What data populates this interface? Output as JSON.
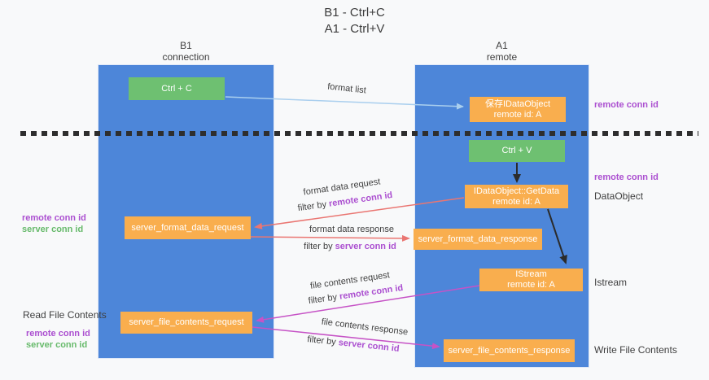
{
  "title": {
    "line1": "B1 - Ctrl+C",
    "line2": "A1 - Ctrl+V"
  },
  "columns": [
    {
      "header_line1": "B1",
      "header_line2": "connection"
    },
    {
      "header_line1": "A1",
      "header_line2": "remote"
    }
  ],
  "nodes": {
    "ctrl_c": {
      "label": "Ctrl + C"
    },
    "save_dataobject": {
      "line1": "保存IDataObject",
      "line2": "remote id: A"
    },
    "ctrl_v": {
      "label": "Ctrl + V"
    },
    "getdata": {
      "line1": "IDataObject::GetData",
      "line2": "remote id: A"
    },
    "format_request_box": {
      "label": "server_format_data_request"
    },
    "format_response_box": {
      "label": "server_format_data_response"
    },
    "istream": {
      "line1": "IStream",
      "line2": "remote id: A"
    },
    "file_request_box": {
      "label": "server_file_contents_request"
    },
    "file_response_box": {
      "label": "server_file_contents_response"
    }
  },
  "flow_labels": {
    "format_list": "format list",
    "format_data_request": "format data request",
    "format_data_response": "format data response",
    "file_contents_request": "file contents request",
    "file_contents_response": "file contents response",
    "filter_by": "filter by"
  },
  "keywords": {
    "remote_conn_id": "remote conn id",
    "server_conn_id": "server conn id"
  },
  "side_labels": {
    "remote_conn_id_top": "remote conn id",
    "remote_conn_id_mid": "remote conn id",
    "dataobject": "DataObject",
    "istream": "Istream",
    "write_file_contents": "Write File Contents",
    "read_file_contents": "Read File Contents"
  },
  "colors": {
    "background": "#f8f9fa",
    "column_blue": "#4d86d9",
    "box_orange": "#f9ae4e",
    "box_green": "#6ec071",
    "arrow_light_blue": "#aacfee",
    "arrow_black": "#2b2b2b",
    "arrow_salmon": "#ea7672",
    "arrow_magenta": "#c653c6",
    "text_purple": "#ab4fd0",
    "text_green": "#67ba6b",
    "text_dark": "#3f3f3f"
  }
}
